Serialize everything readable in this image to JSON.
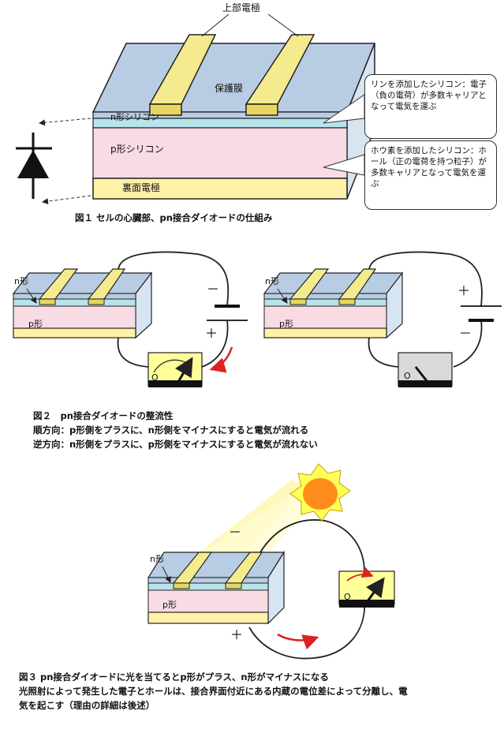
{
  "fig1": {
    "top_electrode": "上部電極",
    "protective_film": "保護膜",
    "n_silicon": "n形シリコン",
    "p_silicon": "p形シリコン",
    "back_electrode": "裏面電極",
    "callout_n": "リンを添加したシリコン：電子（負の電荷）が多数キャリアとなって電気を運ぶ",
    "callout_p": "ホウ素を添加したシリコン：ホール（正の電荷を持つ粒子）が多数キャリアとなって電気を運ぶ",
    "caption": "図１ セルの心臓部、pn接合ダイオードの仕組み"
  },
  "fig2": {
    "left": {
      "n_label": "n形",
      "p_label": "p形",
      "top_sign": "－",
      "bottom_sign": "＋",
      "meter_zero": "O"
    },
    "right": {
      "n_label": "n形",
      "p_label": "p形",
      "top_sign": "＋",
      "bottom_sign": "－",
      "meter_zero": "O"
    },
    "caption_lines": [
      "図２　pn接合ダイオードの整流性",
      "順方向：p形側をプラスに、n形側をマイナスにすると電気が流れる",
      "逆方向：n形側をプラスに、p形側をマイナスにすると電気が流れない"
    ]
  },
  "fig3": {
    "n_label": "n形",
    "p_label": "p形",
    "minus_sign": "－",
    "plus_sign": "＋",
    "meter_zero": "O",
    "caption_lines": [
      "図３ pn接合ダイオードに光を当てるとp形がプラス、n形がマイナスになる",
      "光照射によって発生した電子とホールは、接合界面付近にある内蔵の電位差によって分離し、電",
      "気を起こす（理由の詳細は後述）"
    ]
  },
  "colors": {
    "protective": "#b8cce4",
    "n_layer": "#b7e4ea",
    "p_layer": "#f9dbe3",
    "back": "#fff2a8",
    "electrode": "#f4ea8e",
    "meter_on": "#ffff99",
    "meter_off": "#d9d9d9",
    "sun": "#ff8c1a",
    "sun_rays": "#ffff55",
    "current_arrow": "#dd2222"
  }
}
